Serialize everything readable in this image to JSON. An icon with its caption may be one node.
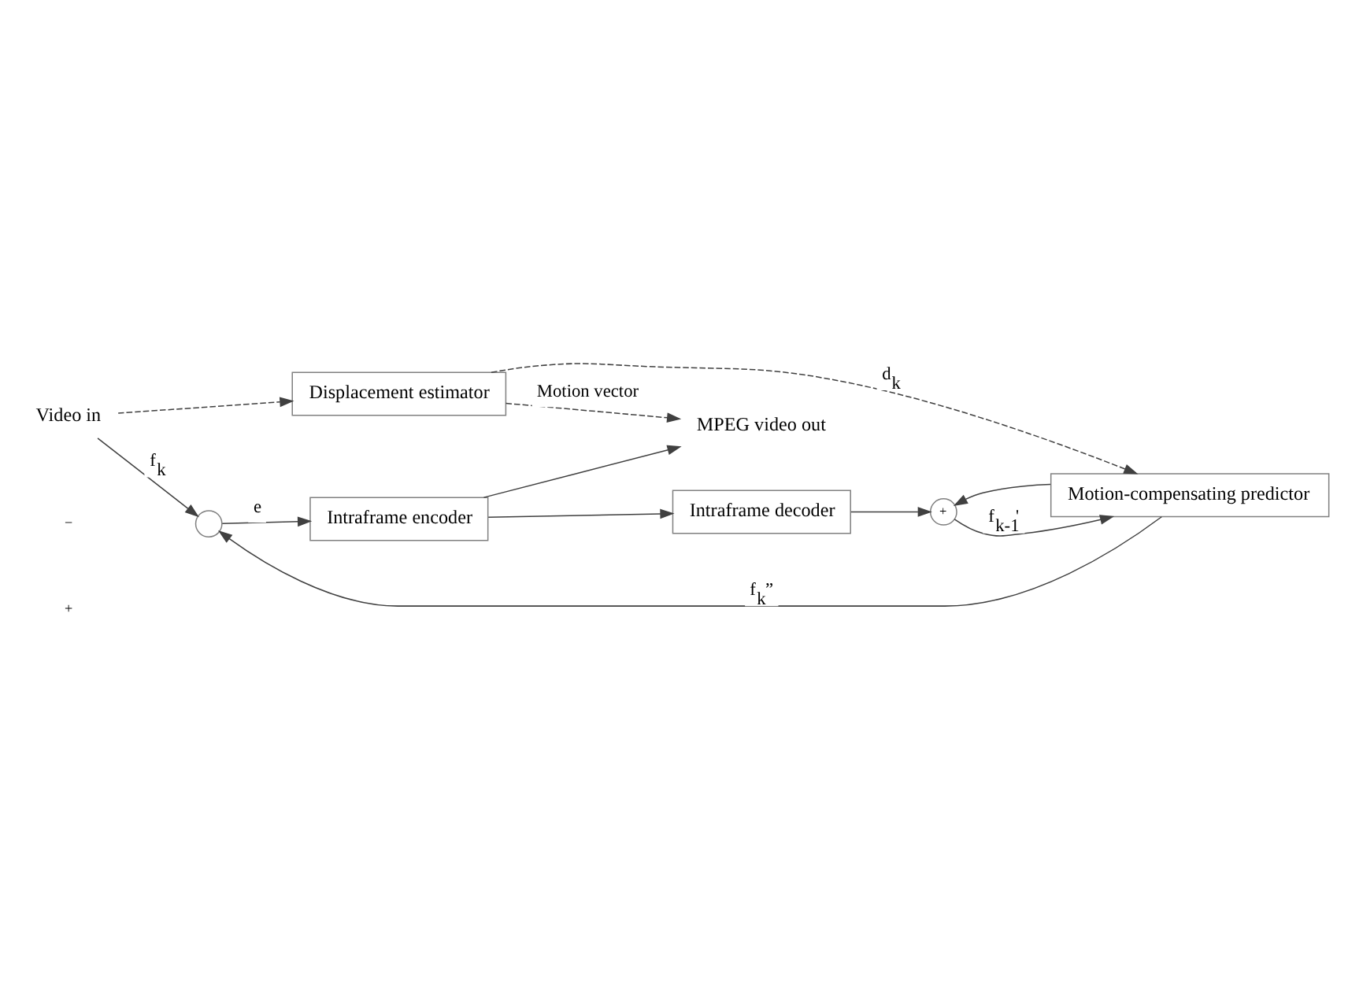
{
  "diagram": {
    "nodes": [
      {
        "text": [
          "Video in"
        ]
      },
      {
        "text": [],
        "shape": "circle"
      },
      {
        "text": [
          "Intraframe encoder"
        ]
      },
      {
        "text": [
          "MPEG video out"
        ]
      },
      {
        "text": [
          "Intraframe decoder"
        ]
      },
      {
        "text": [
          "+"
        ]
      },
      {
        "text": [
          "Motion-compensating predictor"
        ]
      },
      {
        "text": [
          "Displacement estimator"
        ]
      }
    ],
    "edges": [
      {
        "from": 0,
        "to": 1,
        "arrow": "to",
        "label": "f$_{k}$"
      },
      {
        "from": 1,
        "to": 2,
        "arrow": "to",
        "label": "e"
      },
      {
        "from": 2,
        "to": 3,
        "arrow": "to"
      },
      {
        "from": 2,
        "to": 4,
        "arrow": "to"
      },
      {
        "from": 4,
        "to": 5,
        "arrow": "to"
      },
      {
        "from": 6,
        "to": 1,
        "arrow": "to",
        "label": "f$_{k}$”"
      },
      {
        "from": 6,
        "to": 5,
        "arrow": "to"
      },
      {
        "from": 5,
        "to": 6,
        "arrow": "to",
        "label": "f$_{k-1}$'"
      },
      {
        "from": 0,
        "to": 7,
        "arrow": "to",
        "style": "dashed"
      },
      {
        "from": 7,
        "to": 6,
        "arrow": "to",
        "style": "dashed",
        "label": "d$_{k}$"
      },
      {
        "from": 7,
        "to": 3,
        "arrow": "to",
        "style": "dashed",
        "label": "Motion vector"
      }
    ],
    "labels": [
      "+",
      "−"
    ]
  }
}
